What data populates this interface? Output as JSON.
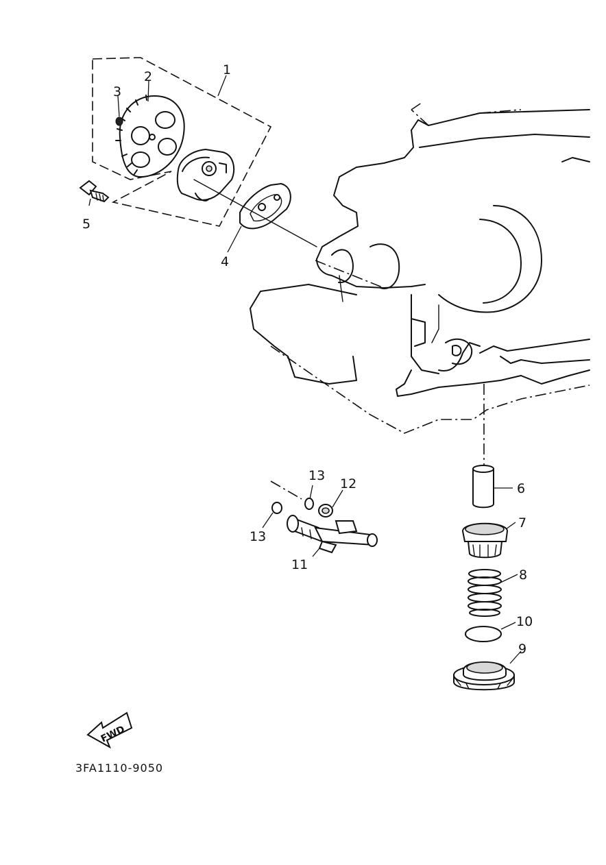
{
  "part_labels": {
    "p1": "1",
    "p2": "2",
    "p3": "3",
    "p4": "4",
    "p5": "5",
    "p6": "6",
    "p7": "7",
    "p8": "8",
    "p9": "9",
    "p10": "10",
    "p11": "11",
    "p12": "12",
    "p13a": "13",
    "p13b": "13"
  },
  "fwd_label": "FWD",
  "diagram_code": "3FA1110-9050"
}
